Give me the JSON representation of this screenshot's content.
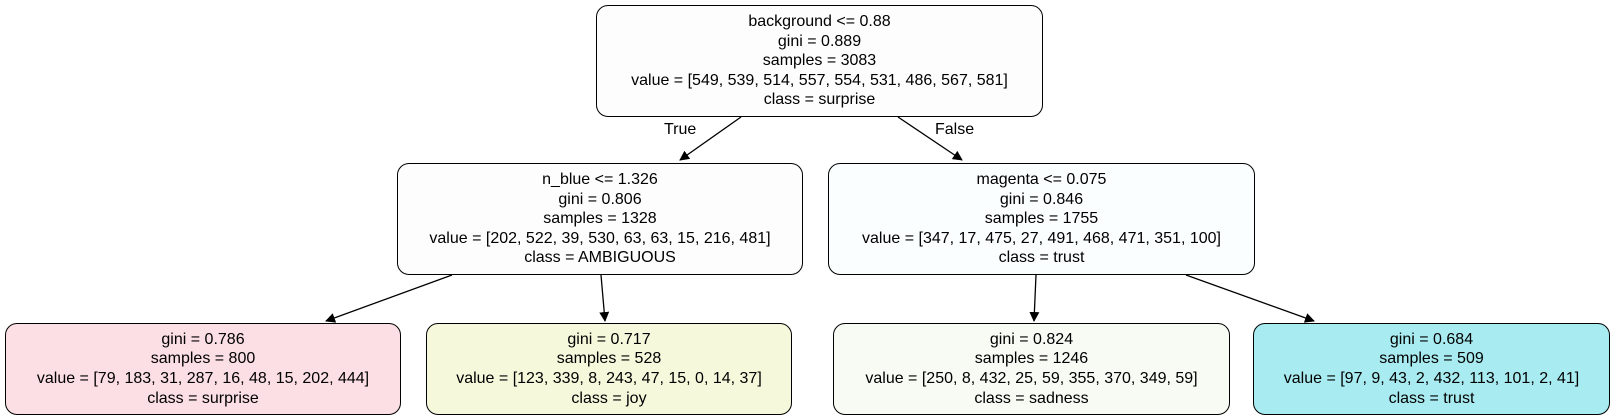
{
  "tree": {
    "nodes": [
      {
        "id": "root",
        "split": "background <= 0.88",
        "gini": "gini = 0.889",
        "samples": "samples = 3083",
        "value": "value = [549, 539, 514, 557, 554, 531, 486, 567, 581]",
        "class": "class = surprise",
        "fill": "#fdfdfd"
      },
      {
        "id": "left",
        "split": "n_blue <= 1.326",
        "gini": "gini = 0.806",
        "samples": "samples = 1328",
        "value": "value = [202, 522, 39, 530, 63, 63, 15, 216, 481]",
        "class": "class = AMBIGUOUS",
        "fill": "#fdfdfd"
      },
      {
        "id": "right",
        "split": "magenta <= 0.075",
        "gini": "gini = 0.846",
        "samples": "samples = 1755",
        "value": "value = [347, 17, 475, 27, 491, 468, 471, 351, 100]",
        "class": "class = trust",
        "fill": "#fafefe"
      },
      {
        "id": "ll",
        "gini": "gini = 0.786",
        "samples": "samples = 800",
        "value": "value = [79, 183, 31, 287, 16, 48, 15, 202, 444]",
        "class": "class = surprise",
        "fill": "#fbdfe4"
      },
      {
        "id": "lr",
        "gini": "gini = 0.717",
        "samples": "samples = 528",
        "value": "value = [123, 339, 8, 243, 47, 15, 0, 14, 37]",
        "class": "class = joy",
        "fill": "#f6f8dc"
      },
      {
        "id": "rl",
        "gini": "gini = 0.824",
        "samples": "samples = 1246",
        "value": "value = [250, 8, 432, 25, 59, 355, 370, 349, 59]",
        "class": "class = sadness",
        "fill": "#f7fbf4"
      },
      {
        "id": "rr",
        "gini": "gini = 0.684",
        "samples": "samples = 509",
        "value": "value = [97, 9, 43, 2, 432, 113, 101, 2, 41]",
        "class": "class = trust",
        "fill": "#a8ecf2"
      }
    ],
    "edge_labels": {
      "true": "True",
      "false": "False"
    }
  }
}
